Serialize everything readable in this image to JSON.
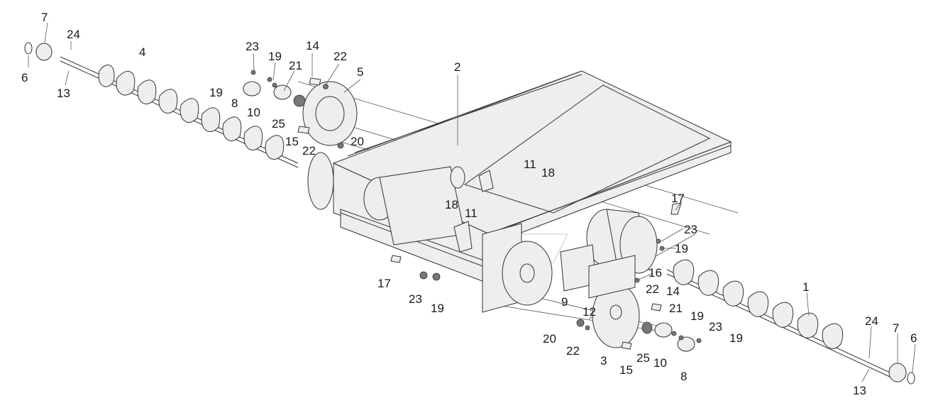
{
  "callouts": [
    "1",
    "2",
    "3",
    "4",
    "5",
    "6",
    "6",
    "7",
    "7",
    "8",
    "8",
    "9",
    "10",
    "10",
    "11",
    "11",
    "12",
    "13",
    "13",
    "14",
    "14",
    "15",
    "15",
    "16",
    "17",
    "17",
    "18",
    "18",
    "19",
    "19",
    "19",
    "19",
    "19",
    "20",
    "20",
    "21",
    "21",
    "22",
    "22",
    "22",
    "22",
    "23",
    "23",
    "23",
    "23",
    "24",
    "24",
    "25",
    "25"
  ]
}
